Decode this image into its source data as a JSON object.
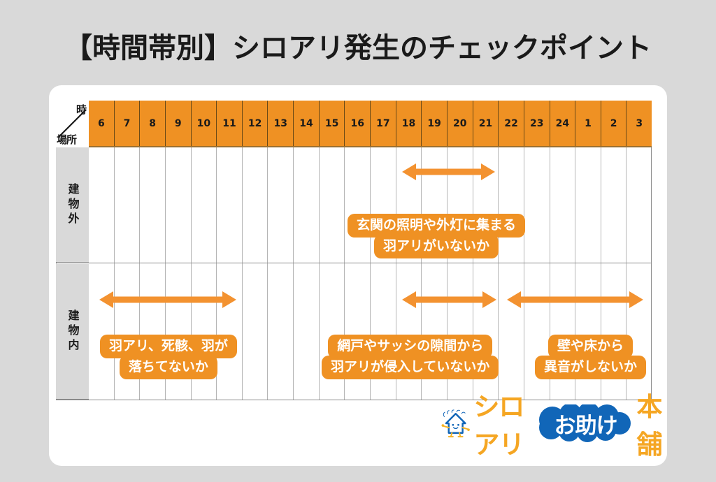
{
  "title": "【時間帯別】シロアリ発生のチェックポイント",
  "colors": {
    "page_background": "#d9d9d9",
    "card_background": "#ffffff",
    "accent_orange": "#ef9123",
    "header_orange": "#ef9123",
    "arrow_orange": "#f39230",
    "row_label_gray": "#d9d9d9",
    "grid_line": "#b5b5b5",
    "logo_orange": "#f5a623",
    "logo_blue": "#1166b8"
  },
  "table": {
    "corner": {
      "time_label": "時",
      "place_label": "場所"
    },
    "hours": [
      "6",
      "7",
      "8",
      "9",
      "10",
      "11",
      "12",
      "13",
      "14",
      "15",
      "16",
      "17",
      "18",
      "19",
      "20",
      "21",
      "22",
      "23",
      "24",
      "1",
      "2",
      "3"
    ],
    "rows": [
      {
        "label": "建物外"
      },
      {
        "label": "建物内"
      }
    ]
  },
  "arrows": [
    {
      "row": "建物外",
      "start_hour": "18",
      "end_hour": "21",
      "direction": "both"
    },
    {
      "row": "建物内",
      "start_hour": "6",
      "end_hour": "11",
      "direction": "both"
    },
    {
      "row": "建物内",
      "start_hour": "18",
      "end_hour": "21",
      "direction": "both"
    },
    {
      "row": "建物内",
      "start_hour": "22",
      "end_hour": "3",
      "direction": "both"
    }
  ],
  "callouts": [
    {
      "row": "建物外",
      "line1": "玄関の照明や外灯に集まる",
      "line2": "羽アリがいないか"
    },
    {
      "row": "建物内",
      "line1": "羽アリ、死骸、羽が",
      "line2": "落ちてないか"
    },
    {
      "row": "建物内",
      "line1": "網戸やサッシの隙間から",
      "line2": "羽アリが侵入していないか"
    },
    {
      "row": "建物内",
      "line1": "壁や床から",
      "line2": "異音がしないか"
    }
  ],
  "logo": {
    "word1": "シロアリ",
    "word2": "お助け",
    "word3": "本舗"
  }
}
